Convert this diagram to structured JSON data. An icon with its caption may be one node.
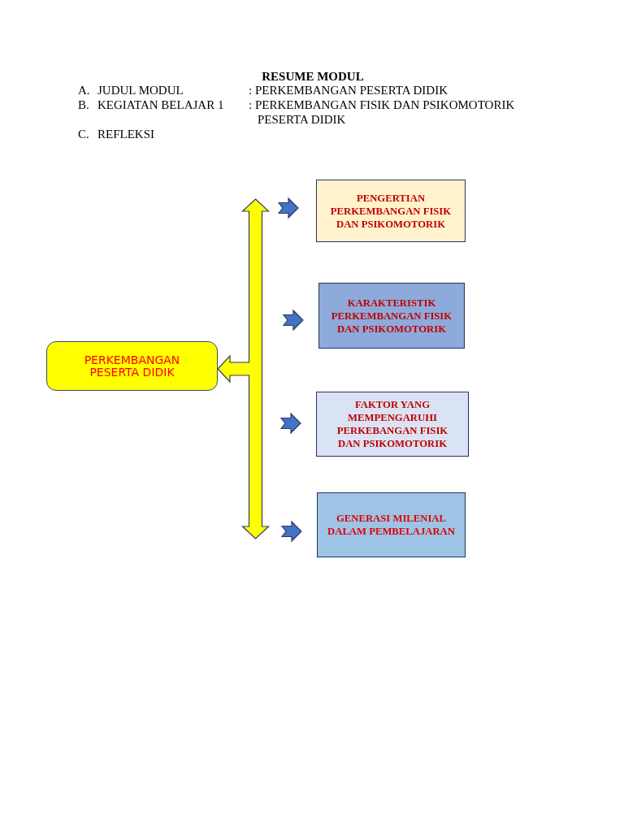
{
  "diagram": {
    "title": "RESUME MODUL",
    "nodes": [
      {
        "text": [
          "PERKEMBANGAN PESERTA DIDIK"
        ]
      },
      {
        "text": [
          "PENGERTIAN PERKEMBANGAN FISIK DAN PSIKOMOTORIK"
        ]
      },
      {
        "text": [
          "KARAKTERISTIK PERKEMBANGAN FISIK DAN PSIKOMOTORIK"
        ]
      },
      {
        "text": [
          "FAKTOR YANG MEMPENGARUHI PERKEBANGAN FISIK DAN PSIKOMOTORIK"
        ]
      },
      {
        "text": [
          "GENERASI MILENIAL DALAM PEMBELAJARAN"
        ]
      }
    ],
    "edges": [
      {
        "from": null,
        "to": 0,
        "arrow": "to",
        "style": "thick",
        "color": "#ffff00"
      },
      {
        "from": null,
        "to": 1,
        "arrow": "to"
      },
      {
        "from": null,
        "to": 2,
        "arrow": "to"
      },
      {
        "from": null,
        "to": 3,
        "arrow": "to"
      },
      {
        "from": null,
        "to": 4,
        "arrow": "to"
      }
    ],
    "labels": [
      "A.",
      "JUDUL MODUL",
      ": PERKEMBANGAN PESERTA DIDIK",
      "B.",
      "KEGIATAN BELAJAR 1",
      ": PERKEMBANGAN FISIK DAN PSIKOMOTORIK PESERTA DIDIK",
      "C.",
      "REFLEKSI"
    ]
  }
}
